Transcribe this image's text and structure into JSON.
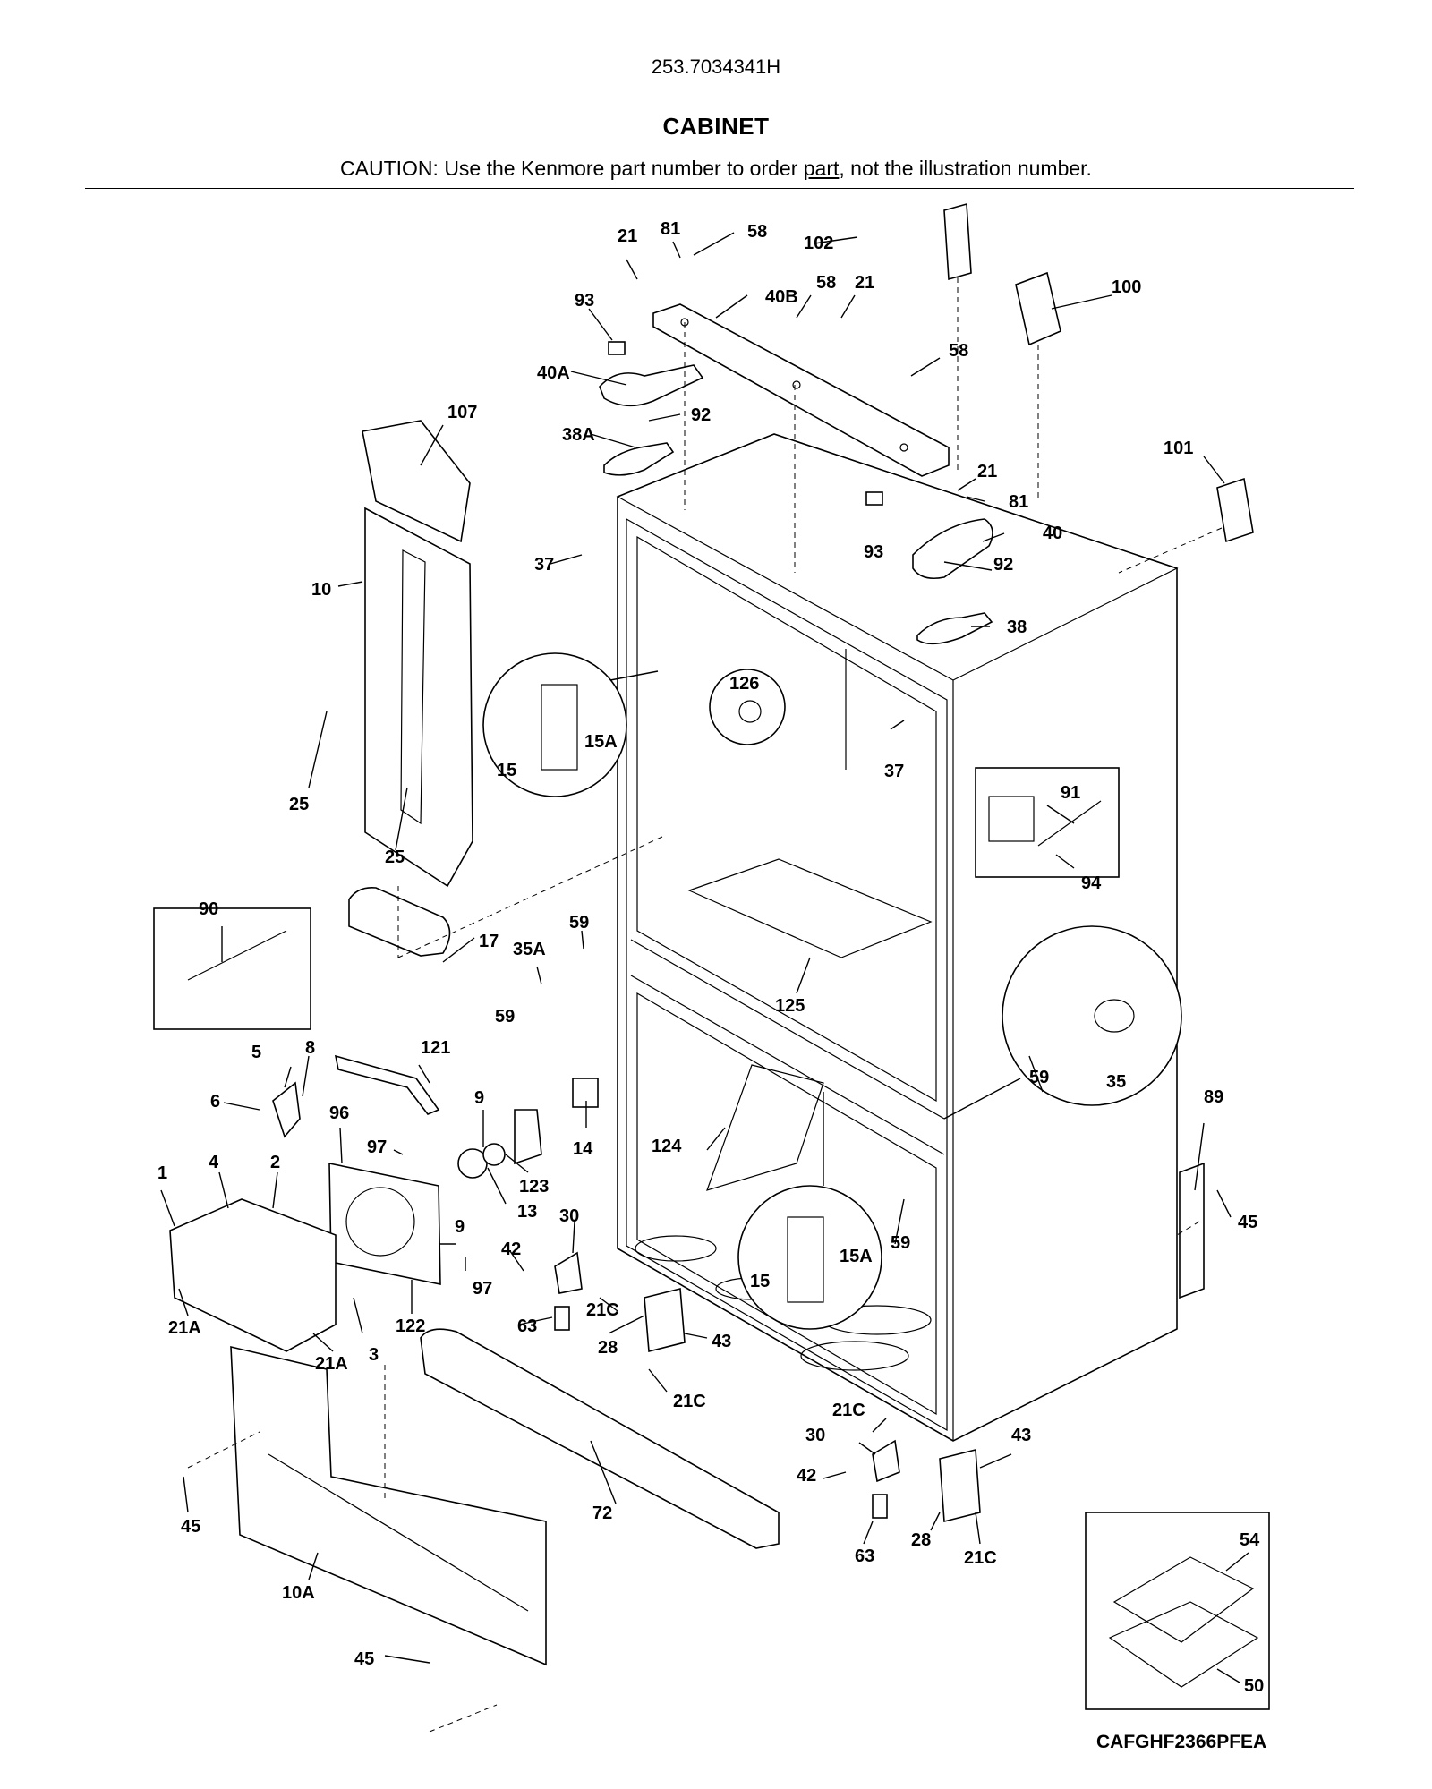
{
  "header": {
    "model_number": "253.7034341H",
    "title": "CABINET",
    "caution_before": "CAUTION: Use the Kenmore part number to order ",
    "caution_link": "part",
    "caution_after": ", not the illustration number."
  },
  "diagram_code": "CAFGHF2366PFEA",
  "callouts": {
    "c1": "1",
    "c2": "2",
    "c3": "3",
    "c4": "4",
    "c5": "5",
    "c6": "6",
    "c8": "8",
    "c9a": "9",
    "c9b": "9",
    "c10": "10",
    "c10A": "10A",
    "c13": "13",
    "c14": "14",
    "c15a": "15",
    "c15Aa": "15A",
    "c15b": "15",
    "c15Ab": "15A",
    "c17": "17",
    "c21a": "21",
    "c21b": "21",
    "c21c": "21",
    "c21A1": "21A",
    "c21A2": "21A",
    "c21C1": "21C",
    "c21C2": "21C",
    "c21C3": "21C",
    "c21C4": "21C",
    "c25a": "25",
    "c25b": "25",
    "c28a": "28",
    "c28b": "28",
    "c30a": "30",
    "c30b": "30",
    "c35": "35",
    "c35A": "35A",
    "c37a": "37",
    "c37b": "37",
    "c38": "38",
    "c38A": "38A",
    "c40": "40",
    "c40A": "40A",
    "c40B": "40B",
    "c42a": "42",
    "c42b": "42",
    "c43a": "43",
    "c43b": "43",
    "c45a": "45",
    "c45b": "45",
    "c45c": "45",
    "c50": "50",
    "c54": "54",
    "c58a": "58",
    "c58b": "58",
    "c58c": "58",
    "c59a": "59",
    "c59b": "59",
    "c59c": "59",
    "c59d": "59",
    "c63a": "63",
    "c63b": "63",
    "c72": "72",
    "c81a": "81",
    "c81b": "81",
    "c89": "89",
    "c90": "90",
    "c91": "91",
    "c92a": "92",
    "c92b": "92",
    "c93a": "93",
    "c93b": "93",
    "c94": "94",
    "c96": "96",
    "c97a": "97",
    "c97b": "97",
    "c100": "100",
    "c101": "101",
    "c102": "102",
    "c107": "107",
    "c121": "121",
    "c122": "122",
    "c123": "123",
    "c124": "124",
    "c125": "125",
    "c126": "126"
  }
}
